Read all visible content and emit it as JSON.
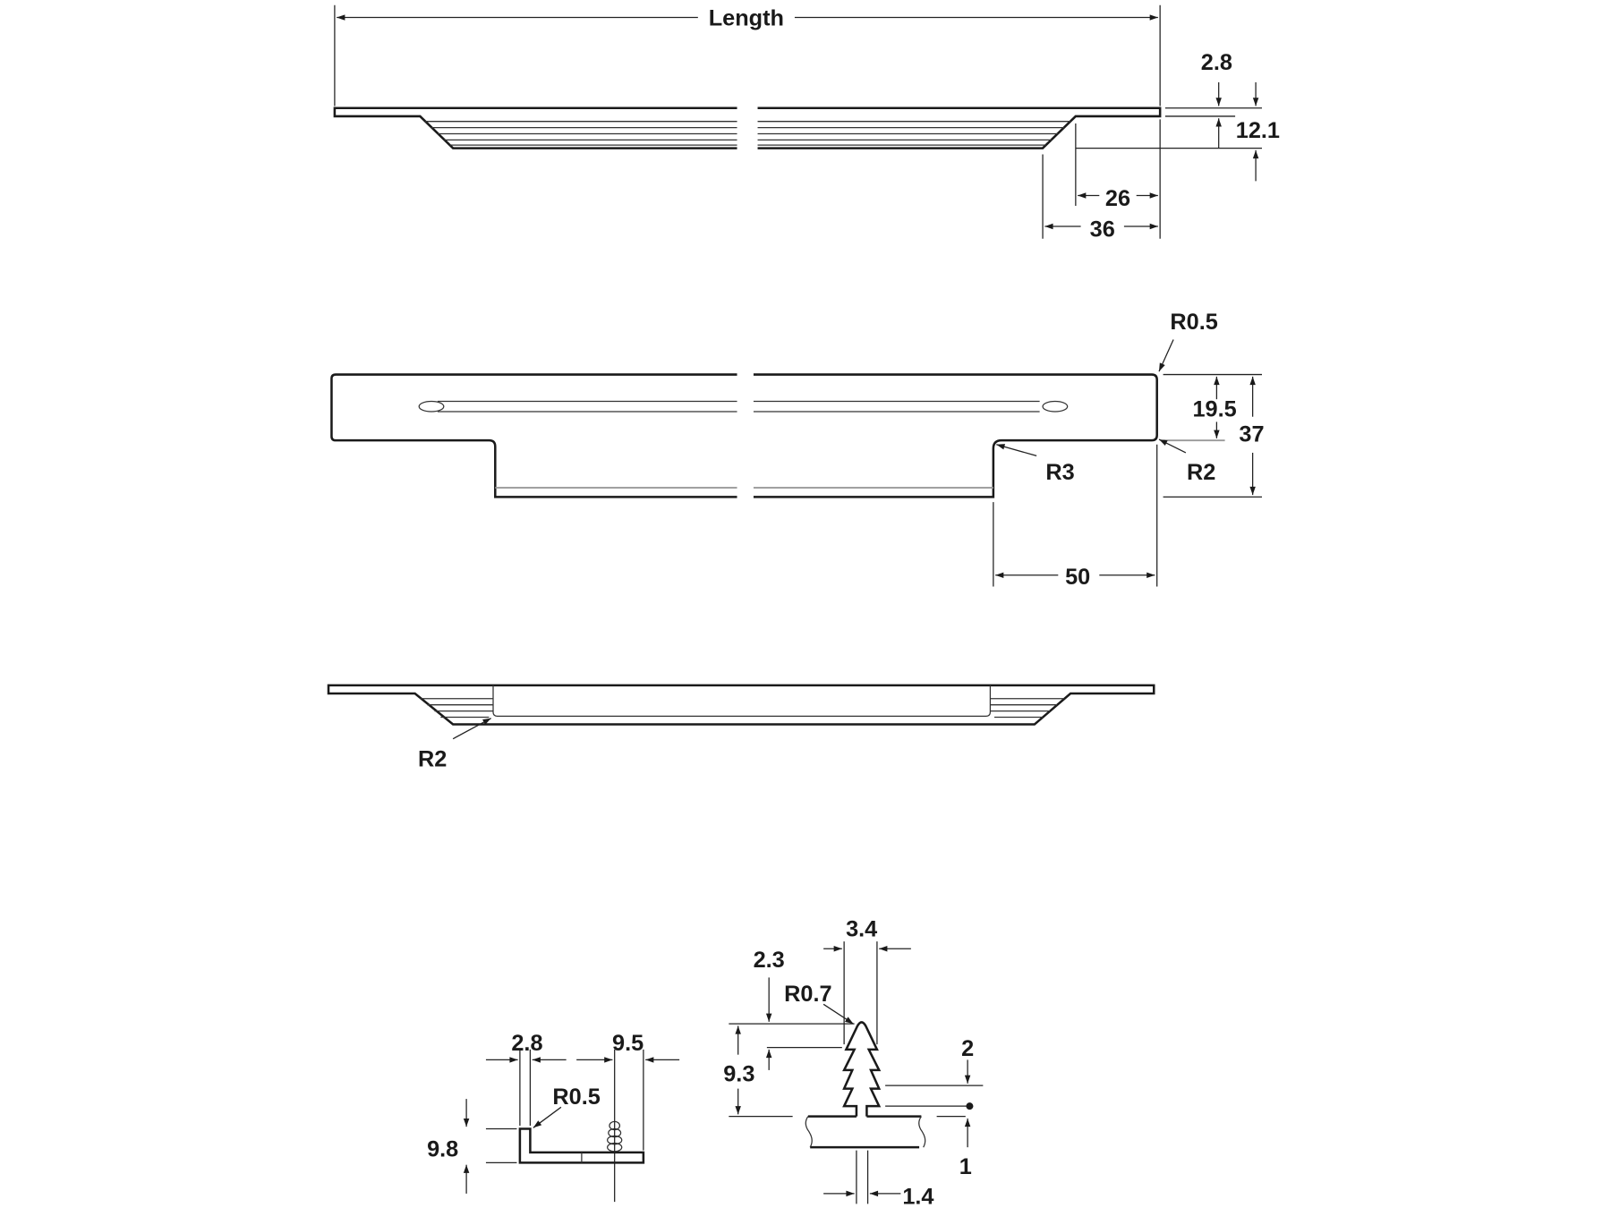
{
  "view_top": {
    "length": "Length",
    "thickness": "2.8",
    "height": "12.1",
    "inner": "26",
    "outer": "36"
  },
  "view_front": {
    "corner_radius": "R0.5",
    "upper_height": "19.5",
    "total_height": "37",
    "inner_radius": "R3",
    "outer_radius": "R2",
    "end_width": "50"
  },
  "view_bottom": {
    "radius": "R2"
  },
  "detail_angle": {
    "thickness": "2.8",
    "width": "9.5",
    "radius": "R0.5",
    "height": "9.8"
  },
  "detail_tree": {
    "width": "3.4",
    "tip": "2.3",
    "radius": "R0.7",
    "height": "9.3",
    "gap": "2",
    "base": "1",
    "stem": "1.4"
  }
}
